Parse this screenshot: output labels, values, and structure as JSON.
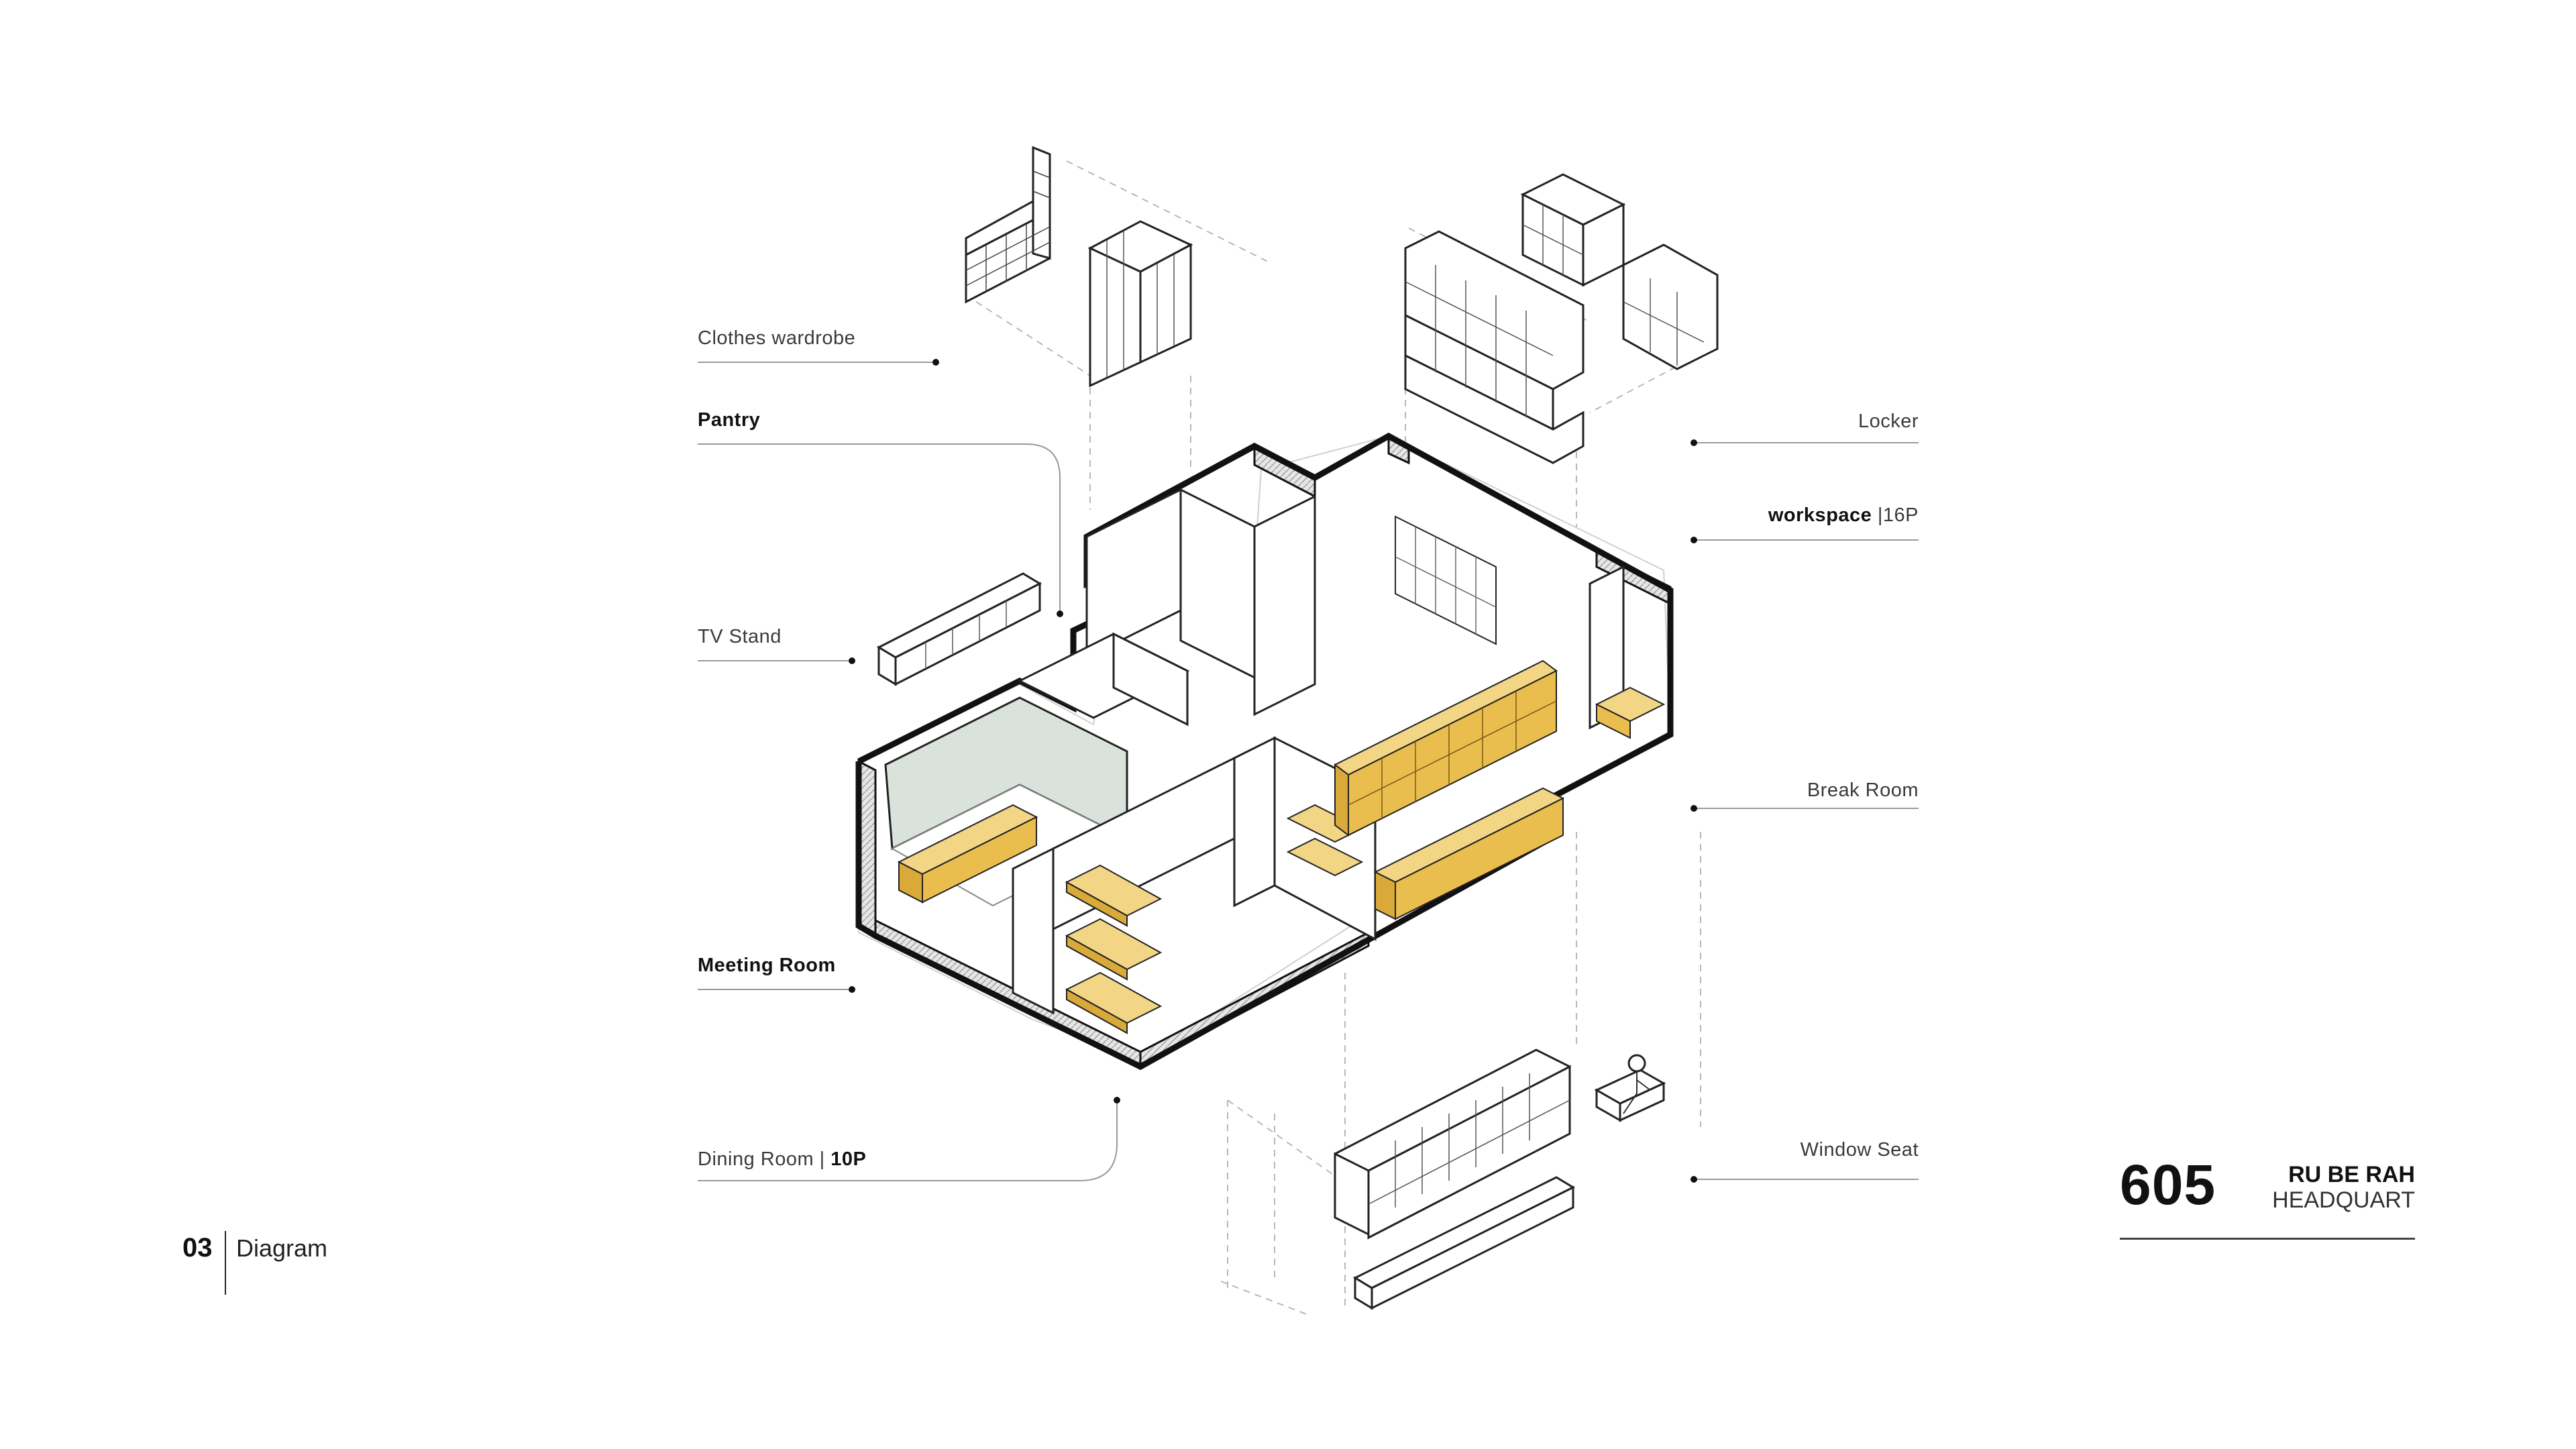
{
  "labels": {
    "clothes_wardrobe": "Clothes wardrobe",
    "pantry": "Pantry",
    "tv_stand": "TV Stand",
    "meeting_room": "Meeting Room",
    "dining_room": "Dining Room |",
    "dining_room_capacity": "10P",
    "locker": "Locker",
    "workspace": "workspace",
    "workspace_capacity": "|16P",
    "break_room": "Break Room",
    "window_seat": "Window Seat"
  },
  "page": {
    "number": "03",
    "title": "Diagram"
  },
  "project": {
    "number": "605",
    "name": "RU BE RAH",
    "subtitle": "HEADQUART"
  },
  "colors": {
    "wood": "#e9bd4e",
    "wall": "#111111",
    "glass": "#d9e2db",
    "hatch": "#bdbdbd",
    "leader_line": "#9a9a9a"
  }
}
